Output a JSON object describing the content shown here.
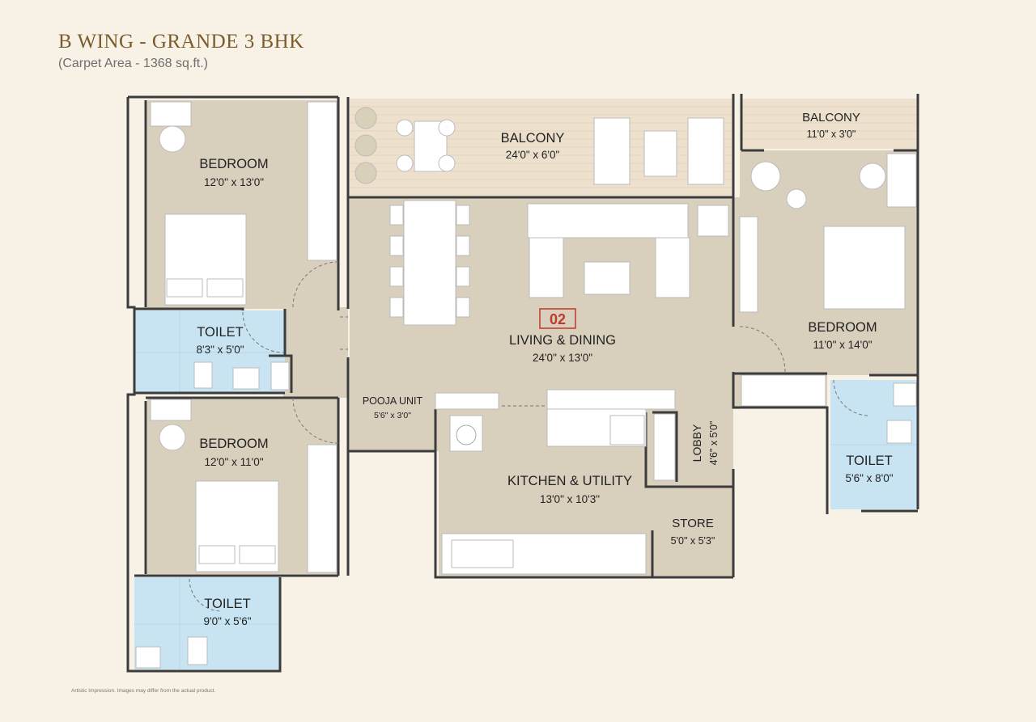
{
  "header": {
    "title": "B WING - GRANDE 3 BHK",
    "subtitle": "(Carpet Area - 1368 sq.ft.)"
  },
  "footnote": "Artistic Impression. Images may differ from the actual product.",
  "unit_number": "02",
  "colors": {
    "background": "#f8f1e6",
    "room_floor": "#d9cfbd",
    "toilet_floor": "#c8e4f2",
    "balcony_floor": "#ede0cd",
    "wall": "#3c3c3c",
    "furniture": "#ffffff",
    "unit_number": "#c0392b"
  },
  "rooms": {
    "balcony_main": {
      "name": "BALCONY",
      "size": "24'0\" x 6'0\""
    },
    "balcony_small": {
      "name": "BALCONY",
      "size": "11'0\" x 3'0\""
    },
    "bedroom_top_left": {
      "name": "BEDROOM",
      "size": "12'0\" x 13'0\""
    },
    "toilet_left_mid": {
      "name": "TOILET",
      "size": "8'3\" x 5'0\""
    },
    "bedroom_bottom_left": {
      "name": "BEDROOM",
      "size": "12'0\" x 11'0\""
    },
    "toilet_bottom_left": {
      "name": "TOILET",
      "size": "9'0\" x 5'6\""
    },
    "living_dining": {
      "name": "LIVING & DINING",
      "size": "24'0\" x 13'0\""
    },
    "pooja_unit": {
      "name": "POOJA UNIT",
      "size": "5'6\" x 3'0\""
    },
    "kitchen_utility": {
      "name": "KITCHEN & UTILITY",
      "size": "13'0\" x 10'3\""
    },
    "lobby": {
      "name": "LOBBY",
      "size": "4'6\" x 5'0\""
    },
    "store": {
      "name": "STORE",
      "size": "5'0\" x 5'3\""
    },
    "bedroom_right": {
      "name": "BEDROOM",
      "size": "11'0\" x 14'0\""
    },
    "toilet_right": {
      "name": "TOILET",
      "size": "5'6\" x 8'0\""
    }
  }
}
